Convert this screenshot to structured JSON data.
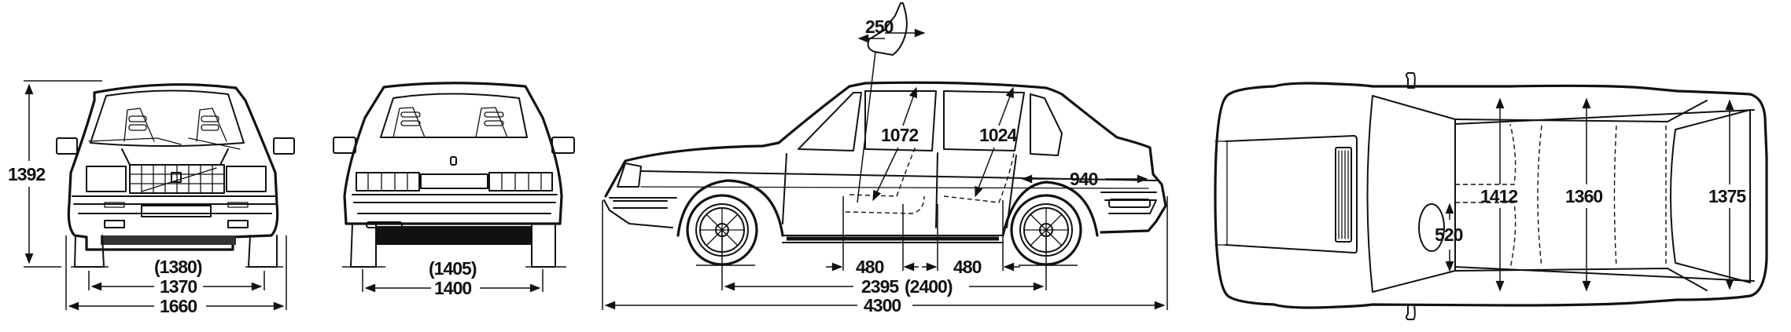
{
  "diagram": {
    "subject": "hatchback car dimension drawing",
    "units": "mm",
    "views": {
      "front": {
        "height": "1392",
        "front_track_alt": "(1380)",
        "front_track": "1370",
        "overall_width": "1660"
      },
      "rear": {
        "rear_track_alt": "(1405)",
        "rear_track": "1400"
      },
      "side": {
        "seat_travel": "250",
        "front_headroom": "1072",
        "rear_headroom": "1024",
        "rear_overhang_cargo": "940",
        "front_legroom_offset": "480",
        "rear_legroom_offset": "480",
        "wheelbase": "2395",
        "wheelbase_alt": "(2400)",
        "overall_length": "4300"
      },
      "top": {
        "front_shoulder_width": "1412",
        "rear_shoulder_width": "1360",
        "cargo_width": "1375",
        "seat_width": "520"
      }
    }
  }
}
